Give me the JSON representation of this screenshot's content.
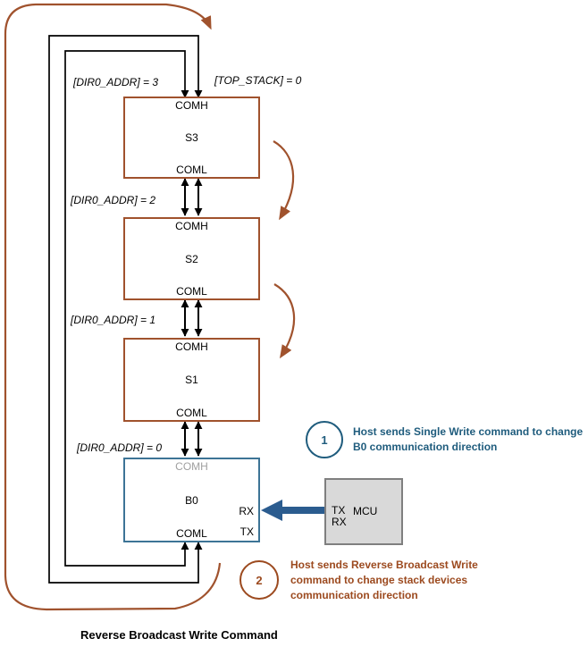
{
  "diagram": {
    "caption": "Reverse Broadcast Write Command",
    "top_stack_label": "[TOP_STACK] = 0",
    "devices": [
      {
        "name": "S3",
        "top_port": "COMH",
        "bottom_port": "COML",
        "addr_label": "[DIR0_ADDR] = 3"
      },
      {
        "name": "S2",
        "top_port": "COMH",
        "bottom_port": "COML",
        "addr_label": "[DIR0_ADDR] = 2"
      },
      {
        "name": "S1",
        "top_port": "COMH",
        "bottom_port": "COML",
        "addr_label": "[DIR0_ADDR] = 1"
      },
      {
        "name": "B0",
        "top_port": "COMH",
        "bottom_port": "COML",
        "addr_label": "[DIR0_ADDR] = 0",
        "rx_label": "RX",
        "tx_label": "TX"
      }
    ],
    "mcu": {
      "name": "MCU",
      "tx_label": "TX",
      "rx_label": "RX"
    },
    "annotations": [
      {
        "number": "1",
        "text": "Host sends Single Write command to change B0 communication direction"
      },
      {
        "number": "2",
        "text": "Host sends Reverse Broadcast Write command to change stack devices communication direction"
      }
    ],
    "colors": {
      "brown": "#A0522D",
      "brown_text": "#9C4A1F",
      "annotation_blue": "#1F5C7D",
      "b0_border_blue": "#3D7496",
      "mcu_arrow_blue": "#2B5C8F",
      "mcu_fill": "#D9D9D9",
      "mcu_border": "#7F7F7F",
      "inactive_port_gray": "#A0A0A0",
      "wire_black": "#000000"
    }
  }
}
